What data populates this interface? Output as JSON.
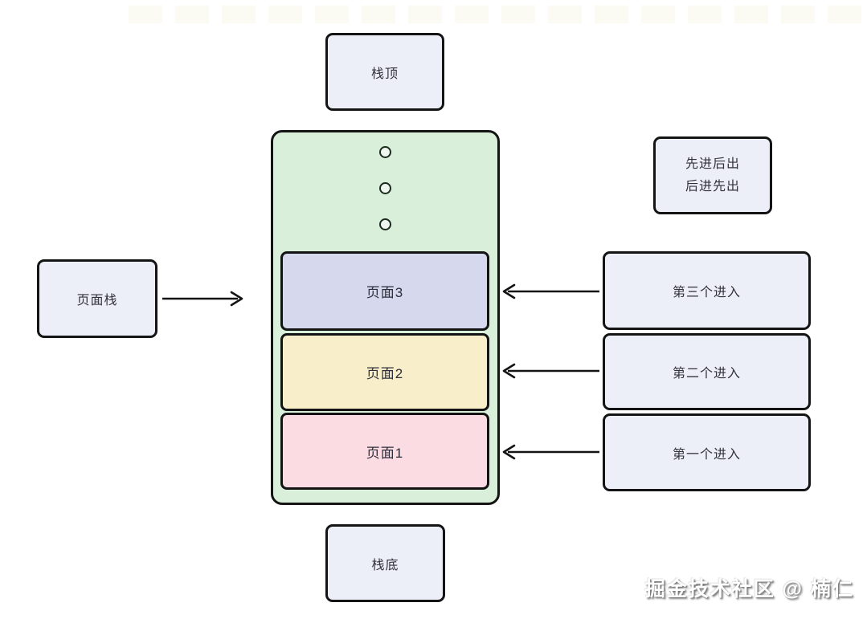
{
  "page": {
    "watermark": "掘金技术社区 @ 楠仁"
  },
  "colors": {
    "side_box_fill": "#edeff8",
    "stack_container_fill": "#d9efd9",
    "border": "#141414",
    "page3_fill": "#d6d9ed",
    "page2_fill": "#f9eeca",
    "page1_fill": "#fbdce2"
  },
  "diagram": {
    "top_label": "栈顶",
    "bottom_label": "栈底",
    "left_label": "页面栈",
    "rule_box": {
      "line1": "先进后出",
      "line2": "后进先出"
    },
    "stack_pages": [
      {
        "label": "页面3"
      },
      {
        "label": "页面2"
      },
      {
        "label": "页面1"
      }
    ],
    "entries": [
      {
        "label": "第三个进入"
      },
      {
        "label": "第二个进入"
      },
      {
        "label": "第一个进入"
      }
    ]
  }
}
